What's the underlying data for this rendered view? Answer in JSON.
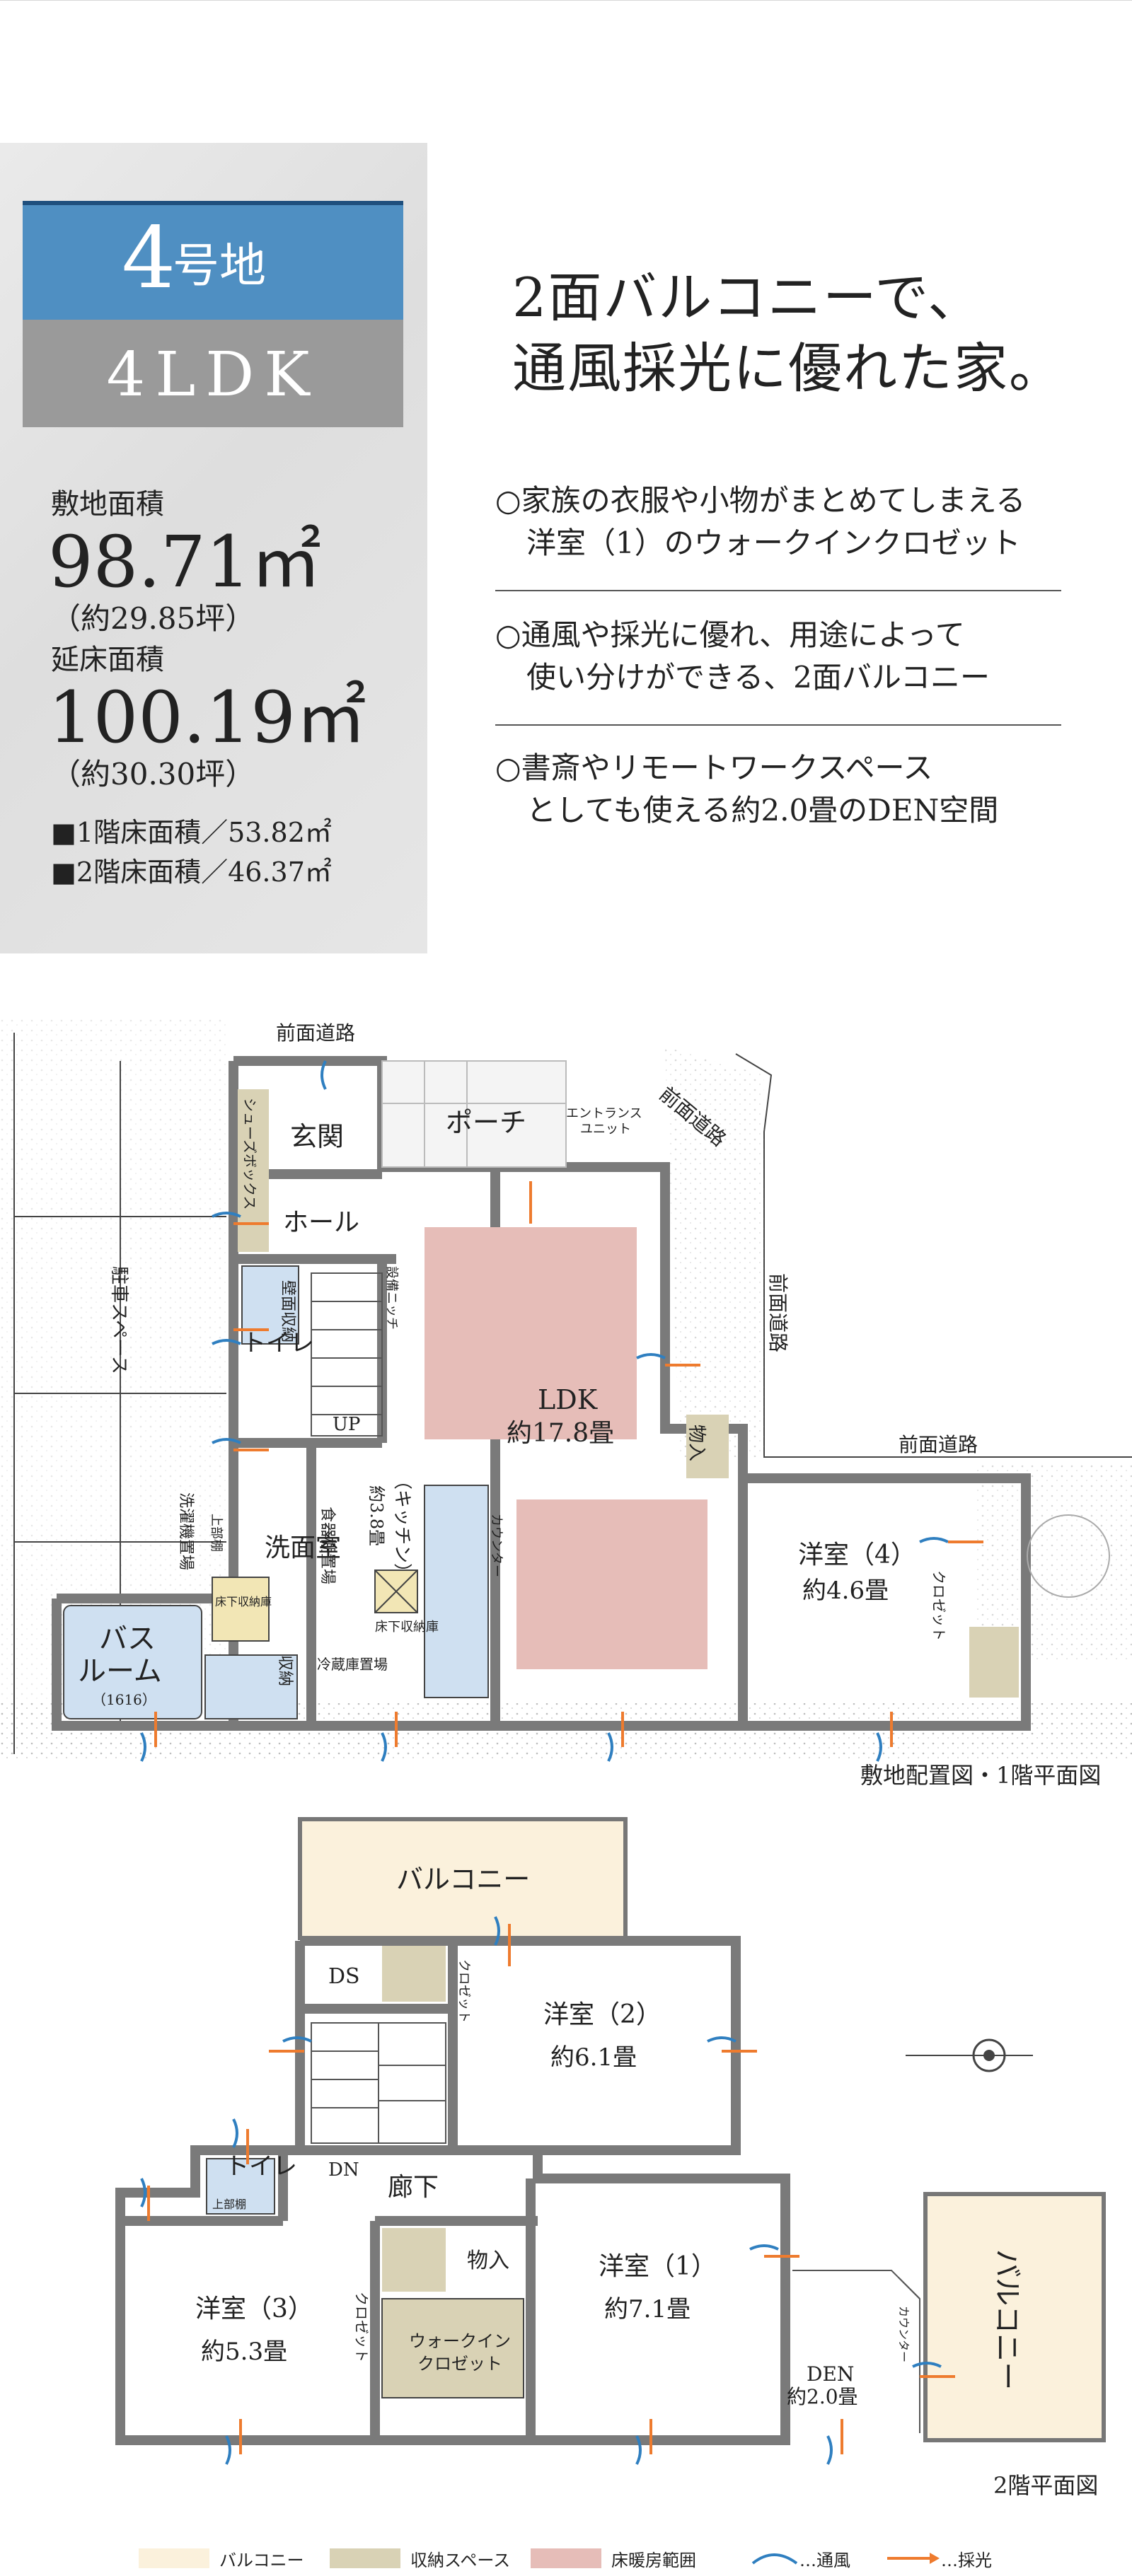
{
  "lot": {
    "number": "4",
    "suffix": "号地",
    "type": "4LDK"
  },
  "site_area": {
    "label": "敷地面積",
    "value": "98.71㎡",
    "tsubo": "（約29.85坪）"
  },
  "floor_area": {
    "label": "延床面積",
    "value": "100.19㎡",
    "tsubo": "（約30.30坪）"
  },
  "floor_detail": [
    "■1階床面積／53.82㎡",
    "■2階床面積／46.37㎡"
  ],
  "headline": [
    "2面バルコニーで、",
    "通風採光に優れた家。"
  ],
  "features": [
    {
      "line1": "○家族の衣服や小物がまとめてしまえる",
      "line2": "洋室（1）のウォークインクロゼット"
    },
    {
      "line1": "○通風や採光に優れ、用途によって",
      "line2": "使い分けができる、2面バルコニー"
    },
    {
      "line1": "○書斎やリモートワークスペース",
      "line2": "としても使える約2.0畳のDEN空間"
    }
  ],
  "colors": {
    "lot_blue": "#4f8fc2",
    "type_gray": "#9a9a9a",
    "balcony": "#fbf1dc",
    "storage": "#d9d2b5",
    "heating": "#e6bdb8",
    "wind": "#2f7fc0",
    "light": "#ee7b2e"
  },
  "floor1": {
    "caption": "敷地配置図・1階平面図",
    "roads": [
      "前面道路",
      "前面道路",
      "前面道路",
      "前面道路"
    ],
    "parking": "駐車スペース",
    "rooms": {
      "genkan": "玄関",
      "shoebox": "シューズボックス",
      "hall": "ホール",
      "porch": "ポーチ",
      "entrance_unit_1": "エントランス",
      "entrance_unit_2": "ユニット",
      "wall_storage": "壁面収納",
      "toilet": "トイレ",
      "niche": "設備ニッチ",
      "up": "UP",
      "ldk": "LDK",
      "ldk_size": "約17.8畳",
      "monoire": "物入",
      "kitchen": "（キッチン）",
      "kitchen_size": "約3.8畳",
      "dish_shelf": "食器棚置場",
      "counter": "カウンター",
      "floor_storage": "床下収納庫",
      "fridge": "冷蔵庫置場",
      "washer": "洗濯機置場",
      "upper_shelf": "上部棚",
      "washroom": "洗面室",
      "washroom_storage": "床下収納庫",
      "storage": "収納",
      "bath": "バス",
      "bath2": "ルーム",
      "bath_size": "（1616）",
      "western4": "洋室（4）",
      "western4_size": "約4.6畳",
      "closet": "クロゼット"
    }
  },
  "floor2": {
    "caption": "2階平面図",
    "rooms": {
      "balcony_top": "バルコニー",
      "ds": "DS",
      "closet_a": "クロゼット",
      "western2": "洋室（2）",
      "western2_size": "約6.1畳",
      "toilet": "トイレ",
      "upper_shelf": "上部棚",
      "dn": "DN",
      "corridor": "廊下",
      "western3": "洋室（3）",
      "western3_size": "約5.3畳",
      "closet_b": "クロゼット",
      "monoire": "物入",
      "walkin1": "ウォークイン",
      "walkin2": "クロゼット",
      "western1": "洋室（1）",
      "western1_size": "約7.1畳",
      "den": "DEN",
      "den_size": "約2.0畳",
      "counter": "カウンター",
      "balcony_right": "バルコニー"
    }
  },
  "legend": [
    "バルコニー",
    "収納スペース",
    "床暖房範囲",
    "…通風",
    "…採光"
  ]
}
